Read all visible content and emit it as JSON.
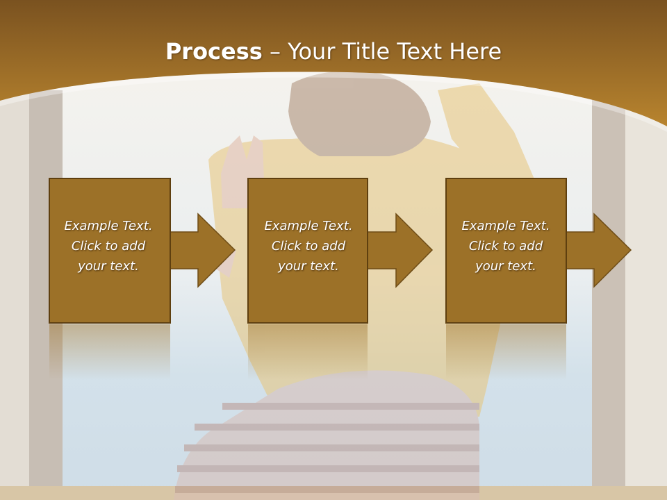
{
  "title": {
    "bold": "Process",
    "rest": " – Your Title Text Here"
  },
  "steps": [
    {
      "line1": "Example Text.",
      "line2": "Click  to add",
      "line3": "your text."
    },
    {
      "line1": "Example Text.",
      "line2": "Click  to add",
      "line3": "your text."
    },
    {
      "line1": "Example Text.",
      "line2": "Click  to add",
      "line3": "your text."
    }
  ],
  "colors": {
    "header": "#8f621d",
    "box": "#9c7128",
    "box_border": "#5e3f0f",
    "arrow": "#9c7128"
  }
}
